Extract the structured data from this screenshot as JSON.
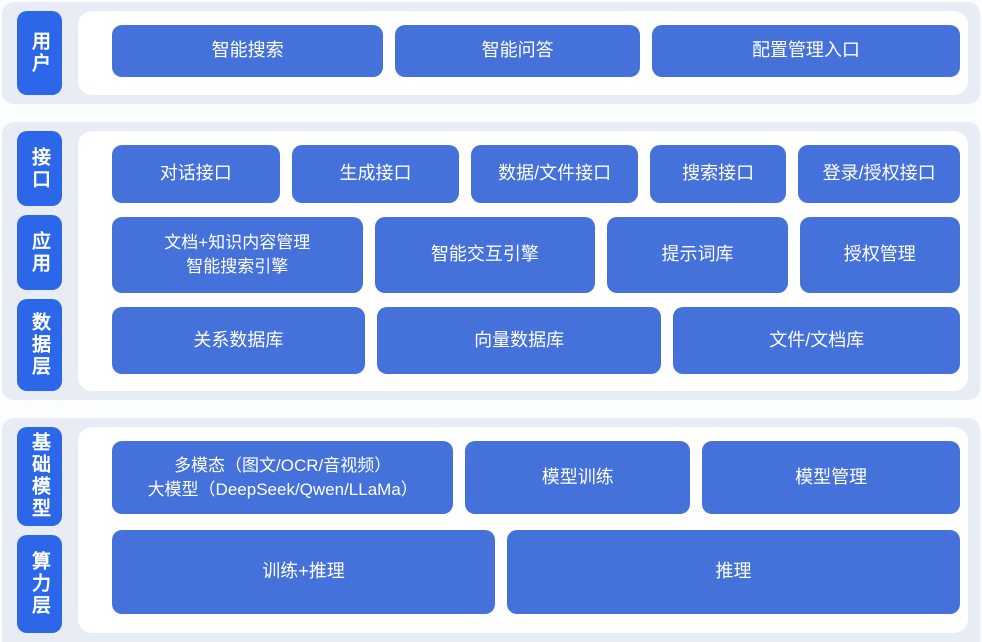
{
  "colors": {
    "band_bg": "#e8edf5",
    "panel_bg": "#ffffff",
    "label_bg": "#2b67e8",
    "node_bg": "#4571db",
    "node_text": "#ffffff"
  },
  "sections": {
    "user": {
      "label": "用户",
      "buttons": [
        "智能搜索",
        "智能问答",
        "配置管理入口"
      ]
    },
    "platform": {
      "labels": [
        "接口",
        "应用",
        "数据层"
      ],
      "interface_row": [
        "对话接口",
        "生成接口",
        "数据/文件接口",
        "搜索接口",
        "登录/授权接口"
      ],
      "application_row": [
        "文档+知识内容管理\n智能搜索引擎",
        "智能交互引擎",
        "提示词库",
        "授权管理"
      ],
      "data_row": [
        "关系数据库",
        "向量数据库",
        "文件/文档库"
      ]
    },
    "foundation": {
      "labels": [
        "基础模型",
        "算力层"
      ],
      "model_row": [
        "多模态（图文/OCR/音视频）\n大模型（DeepSeek/Qwen/LLaMa）",
        "模型训练",
        "模型管理"
      ],
      "compute_row": [
        "训练+推理",
        "推理"
      ]
    }
  }
}
